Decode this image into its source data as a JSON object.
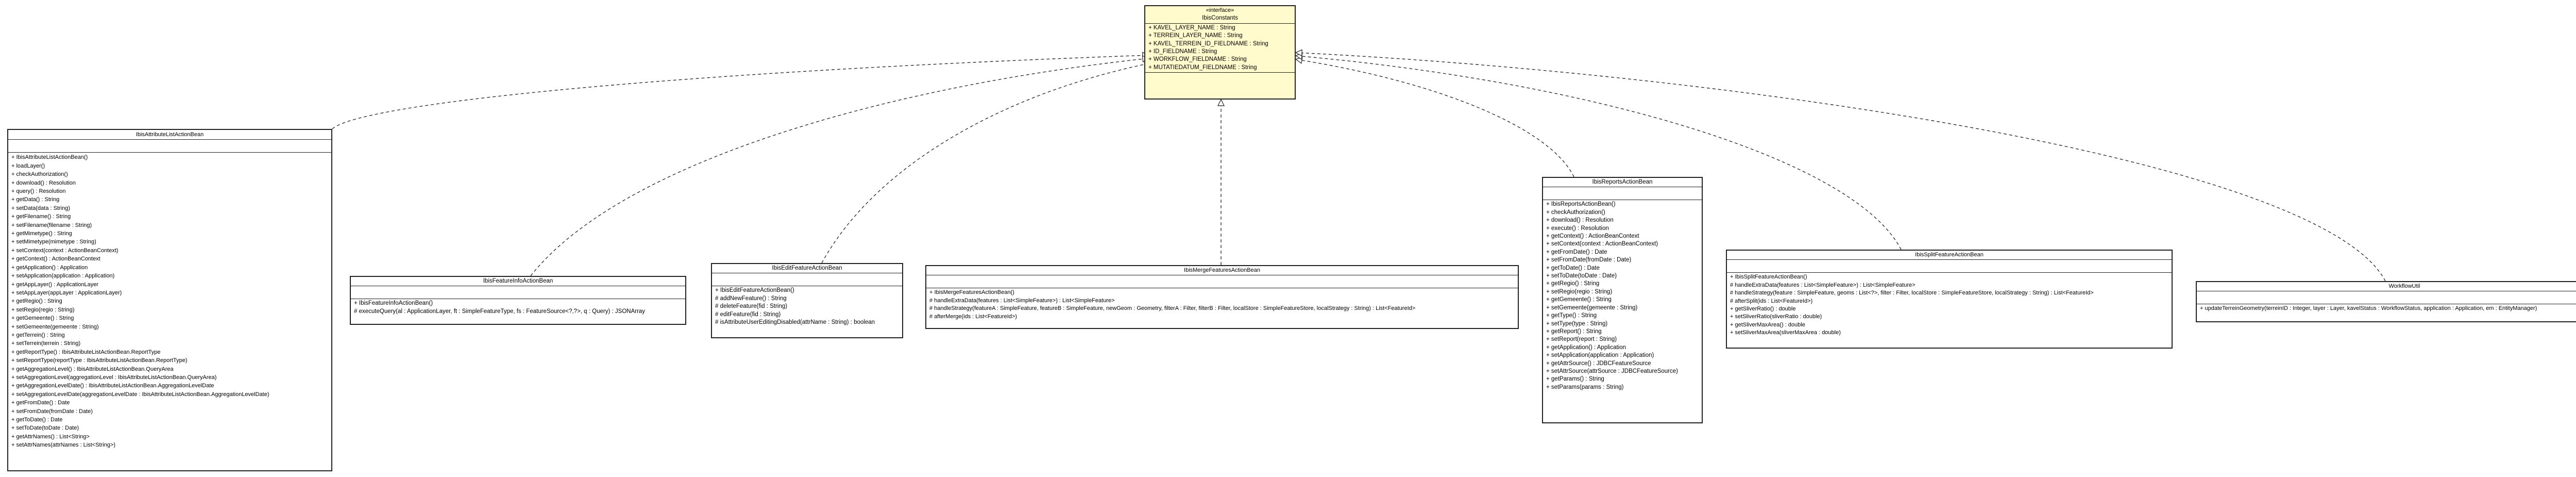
{
  "interface": {
    "stereotype": "«interface»",
    "name": "IbisConstants",
    "fields": [
      "+ KAVEL_LAYER_NAME : String",
      "+ TERREIN_LAYER_NAME : String",
      "+ KAVEL_TERREIN_ID_FIELDNAME : String",
      "+ ID_FIELDNAME : String",
      "+ WORKFLOW_FIELDNAME : String",
      "+ MUTATIEDATUM_FIELDNAME : String"
    ],
    "methods": []
  },
  "classes": [
    {
      "name": "IbisAttributeListActionBean",
      "fields": [],
      "methods": [
        "+ IbisAttributeListActionBean()",
        "+ loadLayer()",
        "+ checkAuthorization()",
        "+ download() : Resolution",
        "+ query() : Resolution",
        "+ getData() : String",
        "+ setData(data : String)",
        "+ getFilename() : String",
        "+ setFilename(filename : String)",
        "+ getMimetype() : String",
        "+ setMimetype(mimetype : String)",
        "+ setContext(context : ActionBeanContext)",
        "+ getContext() : ActionBeanContext",
        "+ getApplication() : Application",
        "+ setApplication(application : Application)",
        "+ getAppLayer() : ApplicationLayer",
        "+ setAppLayer(appLayer : ApplicationLayer)",
        "+ getRegio() : String",
        "+ setRegio(regio : String)",
        "+ getGemeente() : String",
        "+ setGemeente(gemeente : String)",
        "+ getTerrein() : String",
        "+ setTerrein(terrein : String)",
        "+ getReportType() : IbisAttributeListActionBean.ReportType",
        "+ setReportType(reportType : IbisAttributeListActionBean.ReportType)",
        "+ getAggregationLevel() : IbisAttributeListActionBean.QueryArea",
        "+ setAggregationLevel(aggregationLevel : IbisAttributeListActionBean.QueryArea)",
        "+ getAggregationLevelDate() : IbisAttributeListActionBean.AggregationLevelDate",
        "+ setAggregationLevelDate(aggregationLevelDate : IbisAttributeListActionBean.AggregationLevelDate)",
        "+ getFromDate() : Date",
        "+ setFromDate(fromDate : Date)",
        "+ getToDate() : Date",
        "+ setToDate(toDate : Date)",
        "+ getAttrNames() : List<String>",
        "+ setAttrNames(attrNames : List<String>)"
      ]
    },
    {
      "name": "IbisFeatureInfoActionBean",
      "fields": [],
      "methods": [
        "+ IbisFeatureInfoActionBean()",
        "# executeQuery(al : ApplicationLayer, ft : SimpleFeatureType, fs : FeatureSource<?,?>, q : Query) : JSONArray"
      ]
    },
    {
      "name": "IbisEditFeatureActionBean",
      "fields": [],
      "methods": [
        "+ IbisEditFeatureActionBean()",
        "# addNewFeature() : String",
        "# deleteFeature(fid : String)",
        "# editFeature(fid : String)",
        "# isAttributeUserEditingDisabled(attrName : String) : boolean"
      ]
    },
    {
      "name": "IbisMergeFeaturesActionBean",
      "fields": [],
      "methods": [
        "+ IbisMergeFeaturesActionBean()",
        "# handleExtraData(features : List<SimpleFeature>) : List<SimpleFeature>",
        "# handleStrategy(featureA : SimpleFeature, featureB : SimpleFeature, newGeom : Geometry, filterA : Filter, filterB : Filter, localStore : SimpleFeatureStore, localStrategy : String) : List<FeatureId>",
        "# afterMerge(ids : List<FeatureId>)"
      ]
    },
    {
      "name": "IbisReportsActionBean",
      "fields": [],
      "methods": [
        "+ IbisReportsActionBean()",
        "+ checkAuthorization()",
        "+ download() : Resolution",
        "+ execute() : Resolution",
        "+ getContext() : ActionBeanContext",
        "+ setContext(context : ActionBeanContext)",
        "+ getFromDate() : Date",
        "+ setFromDate(fromDate : Date)",
        "+ getToDate() : Date",
        "+ setToDate(toDate : Date)",
        "+ getRegio() : String",
        "+ setRegio(regio : String)",
        "+ getGemeente() : String",
        "+ setGemeente(gemeente : String)",
        "+ getType() : String",
        "+ setType(type : String)",
        "+ getReport() : String",
        "+ setReport(report : String)",
        "+ getApplication() : Application",
        "+ setApplication(application : Application)",
        "+ getAttrSource() : JDBCFeatureSource",
        "+ setAttrSource(attrSource : JDBCFeatureSource)",
        "+ getParams() : String",
        "+ setParams(params : String)"
      ]
    },
    {
      "name": "IbisSplitFeatureActionBean",
      "fields": [],
      "methods": [
        "+ IbisSplitFeatureActionBean()",
        "# handleExtraData(features : List<SimpleFeature>) : List<SimpleFeature>",
        "# handleStrategy(feature : SimpleFeature, geoms : List<?>, filter : Filter, localStore : SimpleFeatureStore, localStrategy : String) : List<FeatureId>",
        "# afterSplit(ids : List<FeatureId>)",
        "+ getSliverRatio() : double",
        "+ setSliverRatio(sliverRatio : double)",
        "+ getSliverMaxArea() : double",
        "+ setSliverMaxArea(sliverMaxArea : double)"
      ]
    },
    {
      "name": "WorkflowUtil",
      "fields": [],
      "methods": [
        "+ updateTerreinGeometry(terreinID : Integer, layer : Layer, kavelStatus : WorkflowStatus, application : Application, em : EntityManager)"
      ]
    }
  ]
}
